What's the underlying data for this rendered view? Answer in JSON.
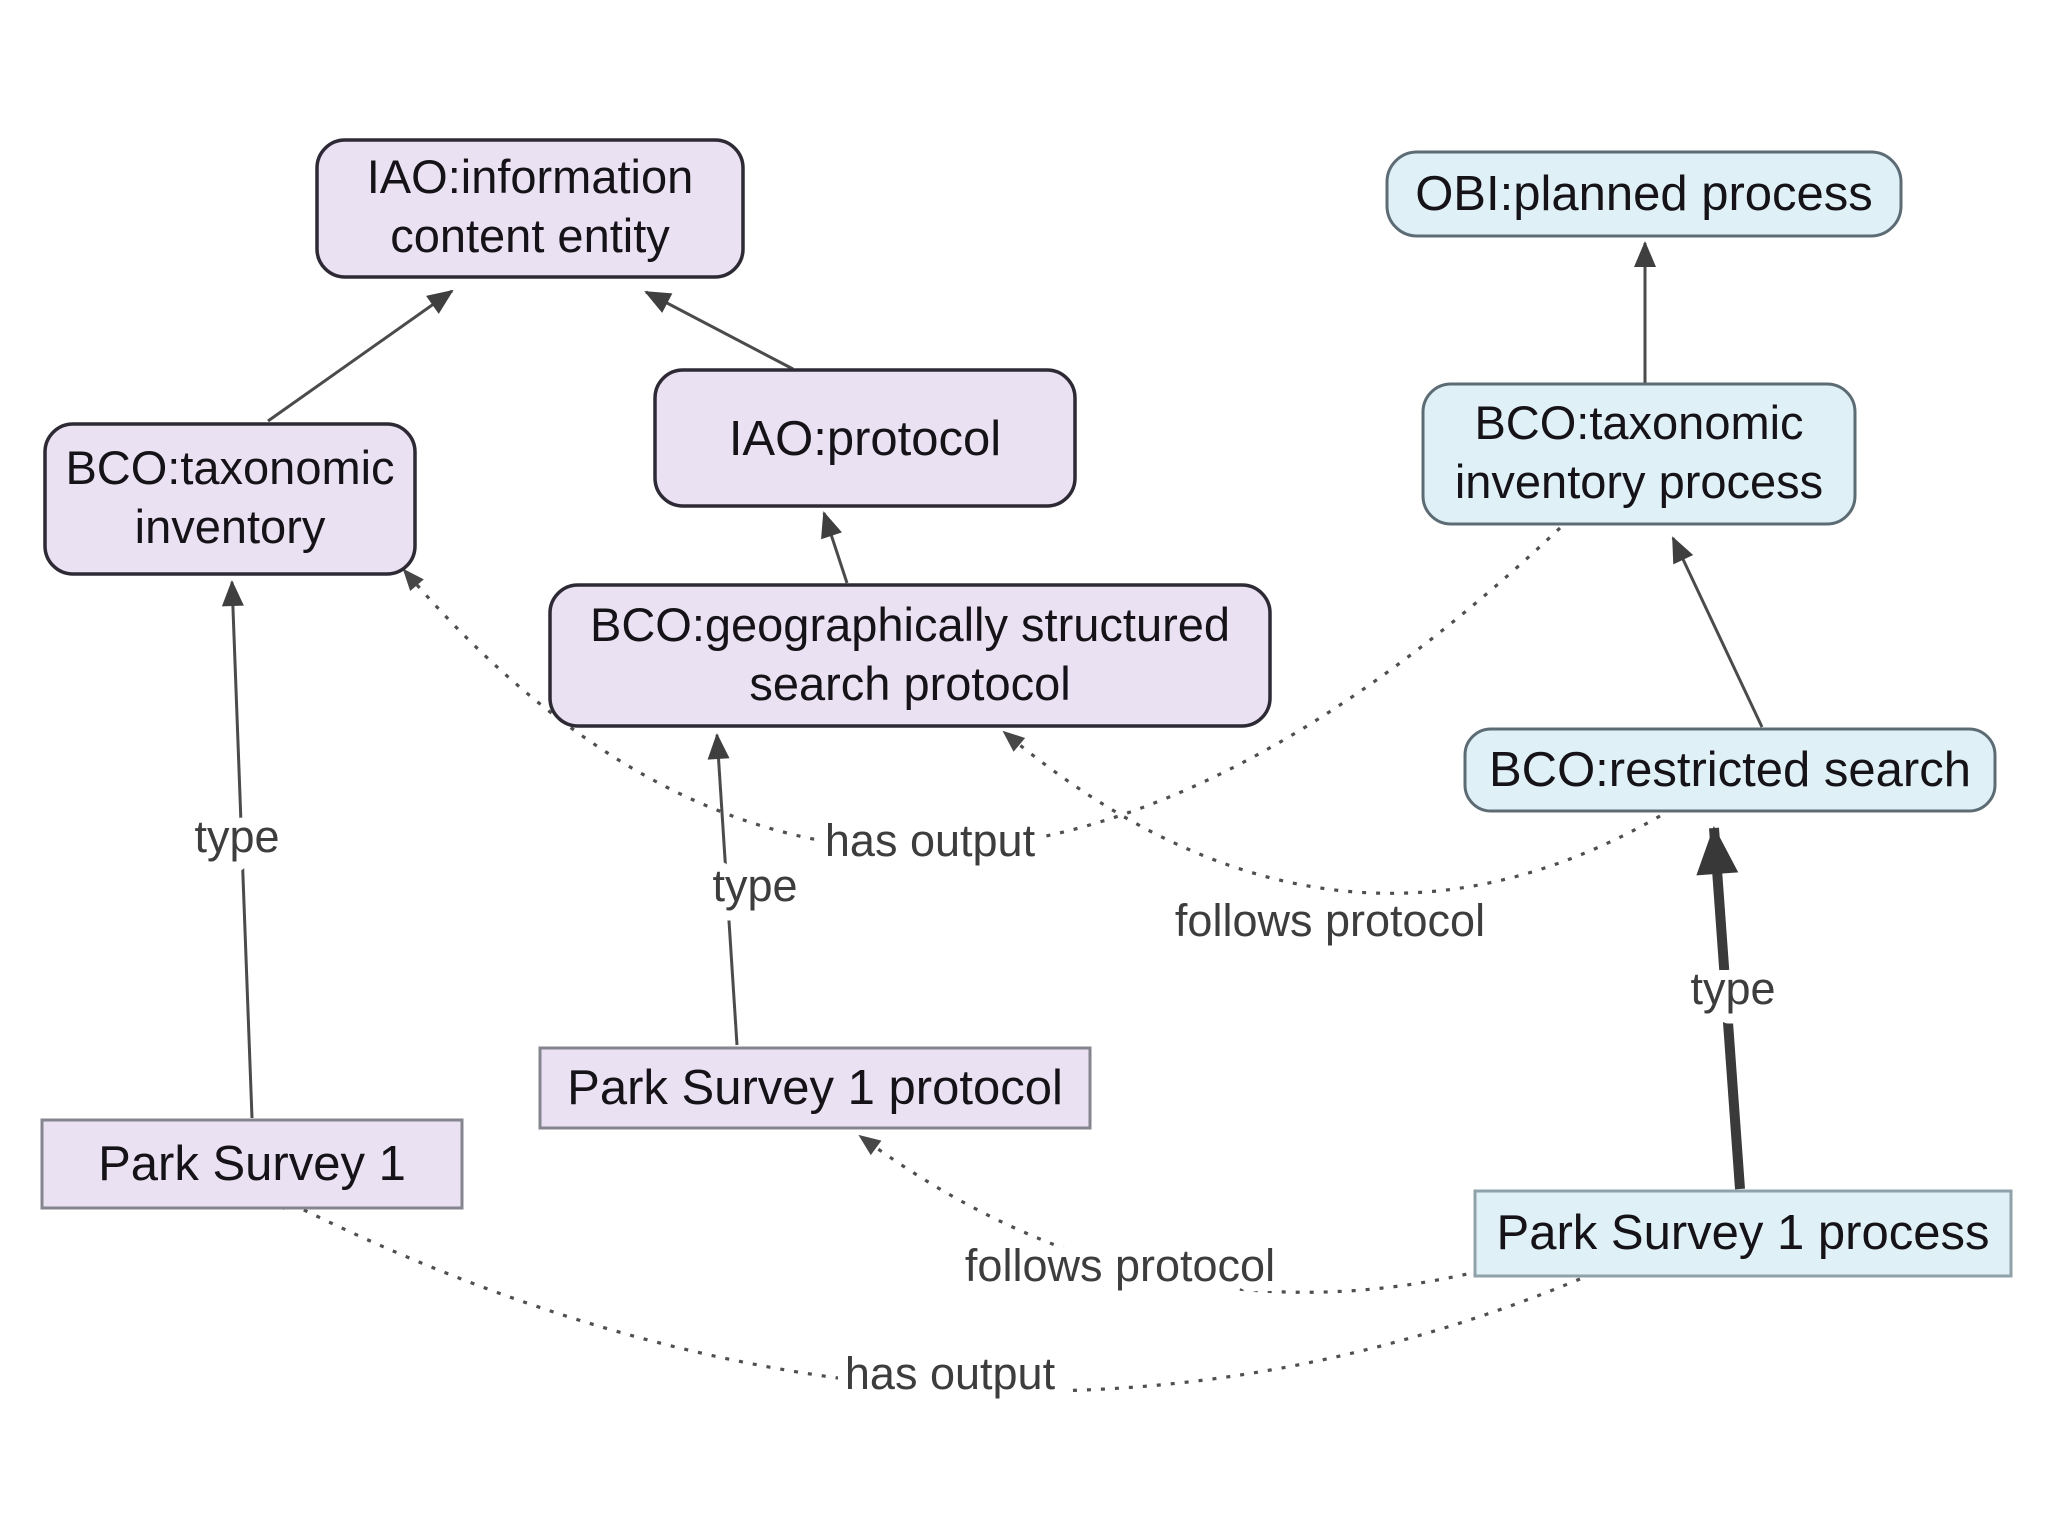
{
  "diagram": {
    "title": "ontology instance diagram",
    "colors": {
      "purple_fill": "#EAE1F2",
      "blue_fill": "#E0F0F7",
      "purple_border": "#2E2A35",
      "blue_border": "#5D6C74",
      "instance_purple_border": "#85858F",
      "instance_blue_border": "#8FA1A9",
      "edge": "#4B4B4B",
      "edge_label_text": "#3D3D3D",
      "node_text": "#151318",
      "background": "#FFFFFF"
    },
    "nodes": {
      "ice": {
        "line1": "IAO:information",
        "line2": "content entity",
        "kind": "class",
        "color_family": "purple"
      },
      "obi": {
        "line1": "OBI:planned process",
        "kind": "class",
        "color_family": "blue"
      },
      "ti": {
        "line1": "BCO:taxonomic",
        "line2": "inventory",
        "kind": "class",
        "color_family": "purple"
      },
      "proto": {
        "line1": "IAO:protocol",
        "kind": "class",
        "color_family": "purple"
      },
      "tip": {
        "line1": "BCO:taxonomic",
        "line2": "inventory process",
        "kind": "class",
        "color_family": "blue"
      },
      "grp": {
        "line1": "BCO:geographically structured",
        "line2": "search protocol",
        "kind": "class",
        "color_family": "purple"
      },
      "rs": {
        "line1": "BCO:restricted search",
        "kind": "class",
        "color_family": "blue"
      },
      "psp": {
        "line1": "Park Survey 1 protocol",
        "kind": "instance",
        "color_family": "purple"
      },
      "ps1": {
        "line1": "Park Survey 1",
        "kind": "instance",
        "color_family": "purple"
      },
      "psproc": {
        "line1": "Park Survey 1 process",
        "kind": "instance",
        "color_family": "blue"
      }
    },
    "edge_labels": {
      "type_left": "type",
      "type_mid": "type",
      "type_right": "type",
      "has_output_top": "has output",
      "has_output_bottom": "has output",
      "follows_protocol_mid": "follows protocol",
      "follows_protocol_bottom": "follows protocol"
    },
    "edges": [
      {
        "from": "BCO:taxonomic inventory",
        "to": "IAO:information content entity",
        "label": "",
        "style": "solid-arrow"
      },
      {
        "from": "IAO:protocol",
        "to": "IAO:information content entity",
        "label": "",
        "style": "solid-arrow"
      },
      {
        "from": "BCO:geographically structured search protocol",
        "to": "IAO:protocol",
        "label": "",
        "style": "solid-arrow"
      },
      {
        "from": "BCO:taxonomic inventory process",
        "to": "OBI:planned process",
        "label": "",
        "style": "solid-arrow"
      },
      {
        "from": "BCO:restricted search",
        "to": "BCO:taxonomic inventory process",
        "label": "",
        "style": "solid-arrow"
      },
      {
        "from": "Park Survey 1",
        "to": "BCO:taxonomic inventory",
        "label": "type",
        "style": "solid-arrow"
      },
      {
        "from": "Park Survey 1 protocol",
        "to": "BCO:geographically structured search protocol",
        "label": "type",
        "style": "solid-arrow"
      },
      {
        "from": "Park Survey 1 process",
        "to": "BCO:restricted search",
        "label": "type",
        "style": "thick-arrow"
      },
      {
        "from": "BCO:taxonomic inventory process",
        "to": "BCO:taxonomic inventory",
        "label": "has output",
        "style": "dotted-arrow"
      },
      {
        "from": "BCO:restricted search",
        "to": "BCO:geographically structured search protocol",
        "label": "follows protocol",
        "style": "dotted-arrow"
      },
      {
        "from": "Park Survey 1 process",
        "to": "Park Survey 1 protocol",
        "label": "follows protocol",
        "style": "dotted-arrow"
      },
      {
        "from": "Park Survey 1 process",
        "to": "Park Survey 1",
        "label": "has output",
        "style": "dotted-arrow"
      }
    ]
  }
}
